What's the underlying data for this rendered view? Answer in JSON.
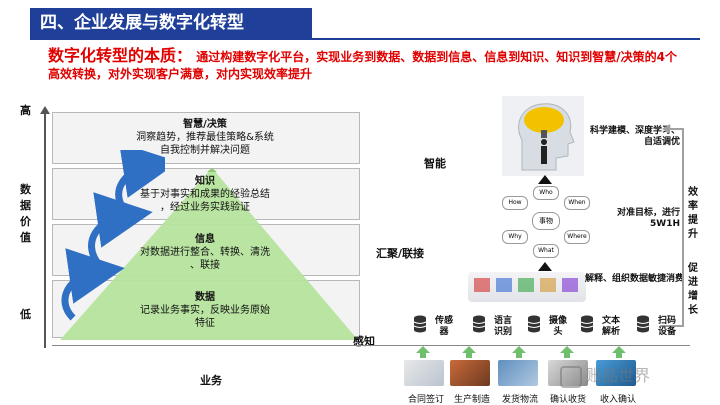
{
  "header": {
    "title": "四、企业发展与数字化转型"
  },
  "subtitle": {
    "lead": "数字化转型的本质：",
    "text": "通过构建数字化平台，实现业务到数据、数据到信息、信息到知识、知识到智慧/决策的4个高效转换，对外实现客户满意，对内实现效率提升"
  },
  "y_axis": {
    "high": "高",
    "label": "数据价值",
    "low": "低"
  },
  "levels": [
    {
      "title": "智慧/决策",
      "l1": "洞察趋势，推荐最佳策略&系统",
      "l2": "自我控制并解决问题"
    },
    {
      "title": "知识",
      "l1": "基于对事实和成果的经验总结",
      "l2": "，经过业务实践验证"
    },
    {
      "title": "信息",
      "l1": "对数据进行整合、转换、清洗",
      "l2": "、联接"
    },
    {
      "title": "数据",
      "l1": "记录业务事实，反映业务原始",
      "l2": "特征"
    }
  ],
  "middle_labels": {
    "smart": "智能",
    "aggregate": "汇聚/联接",
    "perceive": "感知",
    "business": "业务"
  },
  "right_labels": {
    "modeling": "科学建模、深度学习、自适调优",
    "target": "对准目标，进行5W1H",
    "parse": "解释、组织数据敏捷消费"
  },
  "efficiency": {
    "text": "效率提升",
    "growth": "促进增长"
  },
  "w_nodes": [
    "Who",
    "When",
    "Where",
    "How",
    "What",
    "Why"
  ],
  "w_center": "事物",
  "sensors": [
    {
      "label": "传感器"
    },
    {
      "label": "语言识别"
    },
    {
      "label": "摄像头"
    },
    {
      "label": "文本解析"
    },
    {
      "label": "扫码设备"
    }
  ],
  "bottom_items": [
    "合同签订",
    "生产制造",
    "发货物流",
    "确认收货",
    "收入确认"
  ],
  "watermark": "账品世界",
  "colors": {
    "header": "#1f3f98",
    "accent_red": "#e00000",
    "triangle": "#b5e39d",
    "arrow_blue": "#2f6fc4",
    "up_green": "#6ec06e"
  }
}
